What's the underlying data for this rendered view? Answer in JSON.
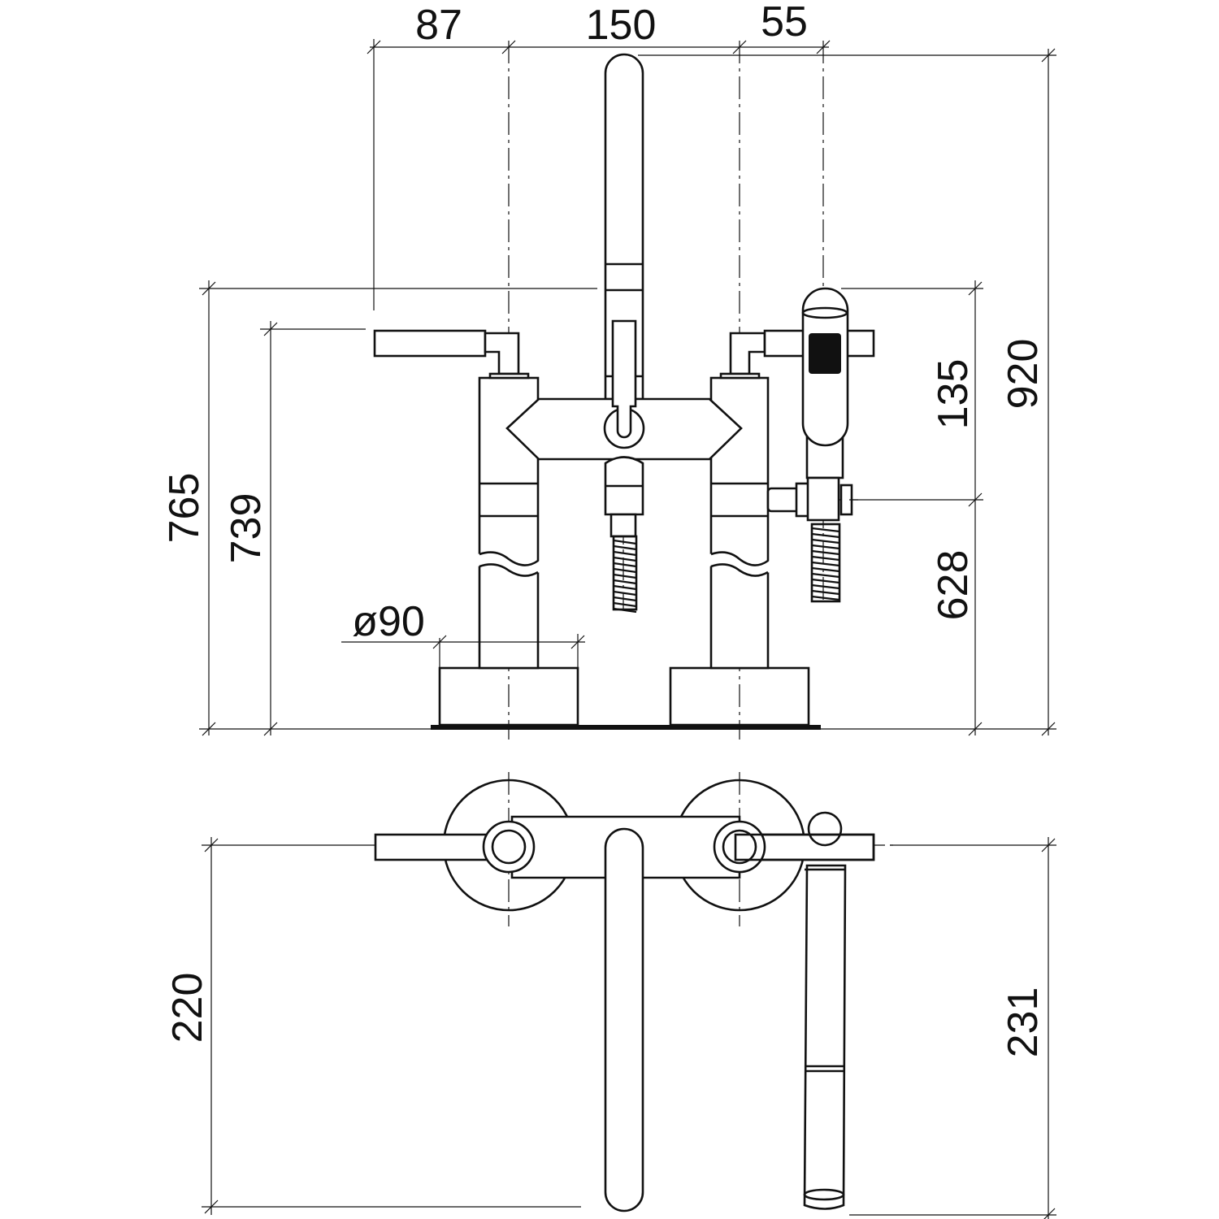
{
  "drawing": {
    "front_view": {
      "dimensions": {
        "handle_offset": "87",
        "center_distance": "150",
        "handshower_offset": "55",
        "total_height": "920",
        "spout_height": "765",
        "handle_height": "739",
        "handshower_upper": "135",
        "handshower_lower": "628",
        "base_diameter": "ø90"
      }
    },
    "plan_view": {
      "dimensions": {
        "spout_projection": "220",
        "handshower_projection": "231"
      }
    },
    "colors": {
      "line": "#111111",
      "background": "#ffffff"
    }
  }
}
